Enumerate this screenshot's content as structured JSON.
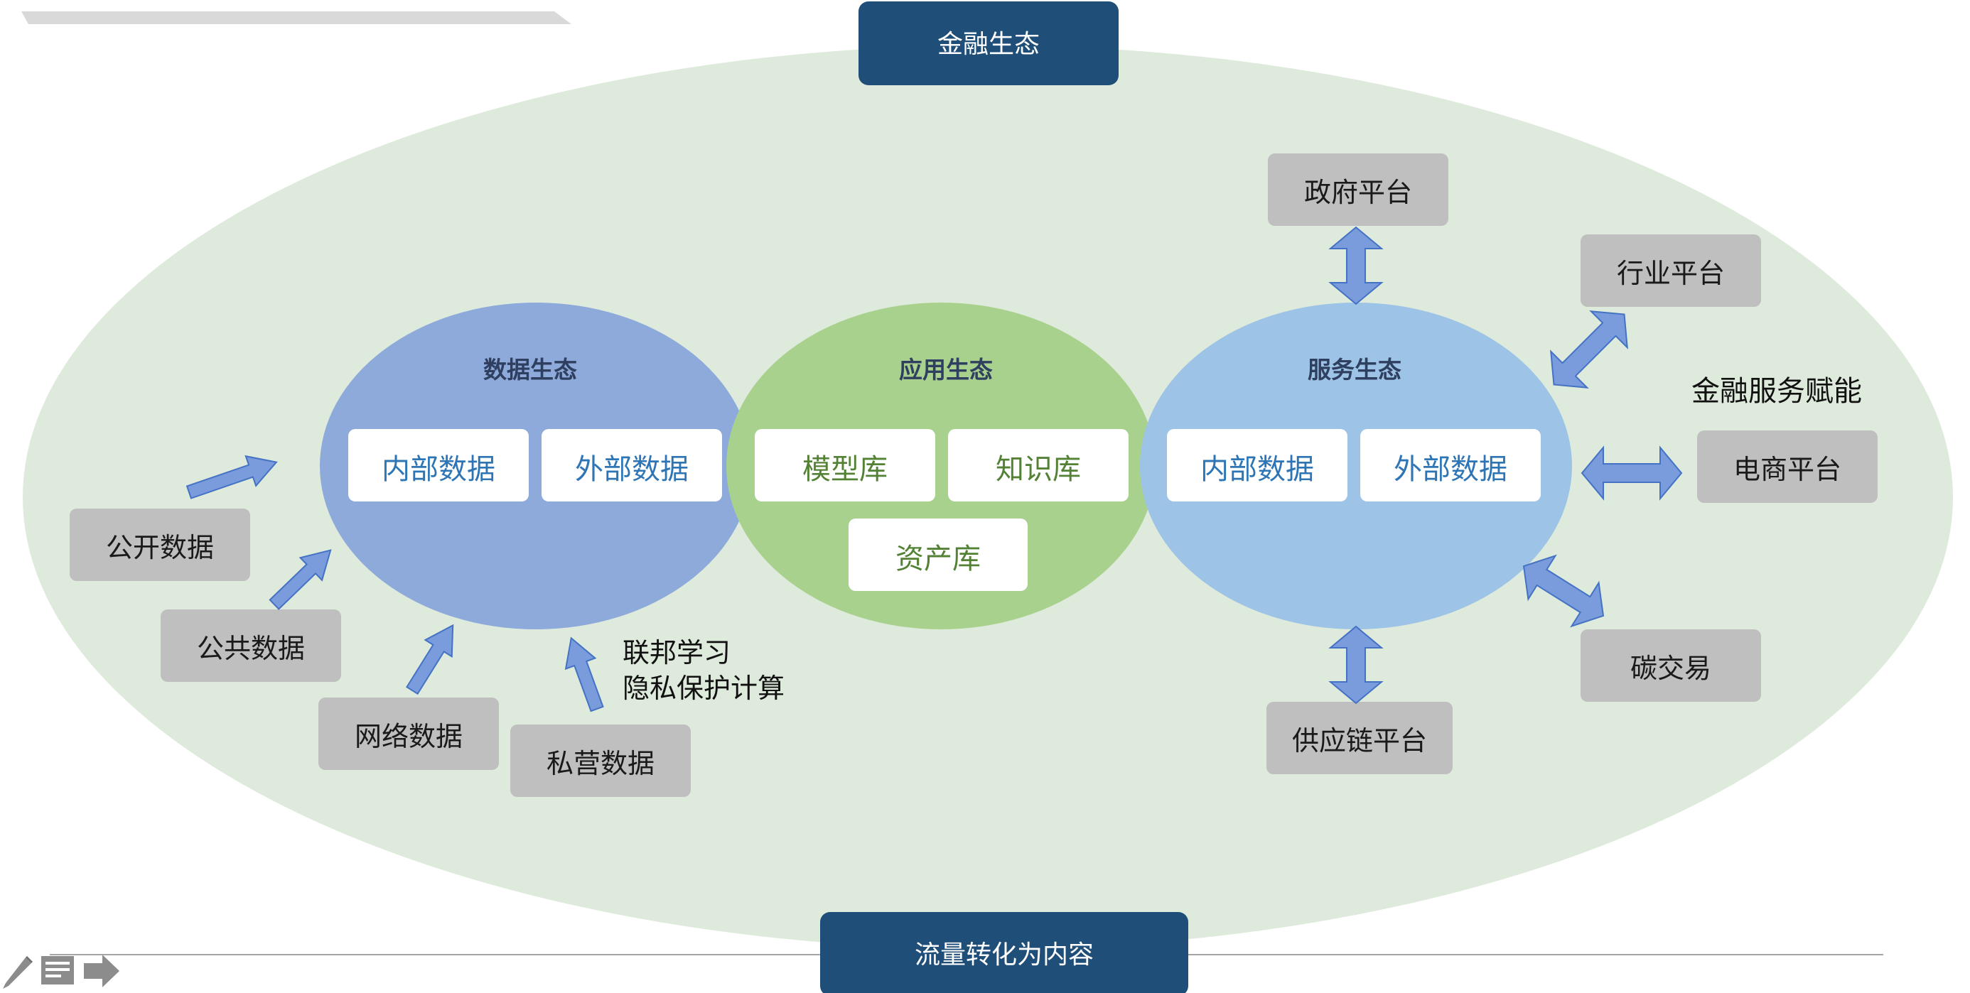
{
  "header": {
    "top_label": "金融生态",
    "bottom_label": "流量转化为内容"
  },
  "ecosystems": {
    "data": {
      "title": "数据生态",
      "items": [
        "内部数据",
        "外部数据"
      ]
    },
    "application": {
      "title": "应用生态",
      "items": [
        "模型库",
        "知识库",
        "资产库"
      ]
    },
    "service": {
      "title": "服务生态",
      "items": [
        "内部数据",
        "外部数据"
      ]
    }
  },
  "data_sources": [
    "公开数据",
    "公共数据",
    "网络数据",
    "私营数据"
  ],
  "privacy_note": [
    "联邦学习",
    "隐私保护计算"
  ],
  "platforms": {
    "government": "政府平台",
    "industry": "行业平台",
    "ecommerce": "电商平台",
    "carbon": "碳交易",
    "supply_chain": "供应链平台"
  },
  "empowerment_label": "金融服务赋能",
  "toolbar": [
    "pencil-icon",
    "notes-icon",
    "next-arrow-icon"
  ],
  "colors": {
    "outer_ellipse": "#deeadb",
    "data_ellipse": "#8eaadb",
    "app_ellipse": "#a9d18e",
    "service_ellipse": "#9dc3e6",
    "header_box": "#1f4e79",
    "gray_box": "#bfbfbf",
    "arrow_fill": "#7a9bdc",
    "arrow_stroke": "#4472c4",
    "blue_text": "#2e75b6",
    "green_text": "#548235"
  }
}
